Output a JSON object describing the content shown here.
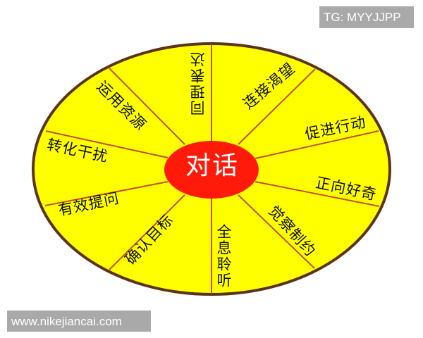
{
  "diagram": {
    "center": {
      "label": "对话",
      "color": "#ff1a0a"
    },
    "outer_color": "#ffff00",
    "border_color": "#5c3317",
    "divider_color": "#c0501a",
    "segments": [
      {
        "label": "同理表达"
      },
      {
        "label": "连接渴望"
      },
      {
        "label": "促进行动"
      },
      {
        "label": "正向好奇"
      },
      {
        "label": "觉察制约"
      },
      {
        "label": "全息聆听"
      },
      {
        "label": "确认目标"
      },
      {
        "label": "有效提问"
      },
      {
        "label": "转化干扰"
      },
      {
        "label": "运用资源"
      }
    ]
  },
  "watermarks": {
    "top_right": "TG: MYYJJPP",
    "bottom_left": "www.nikejiancai.com"
  }
}
